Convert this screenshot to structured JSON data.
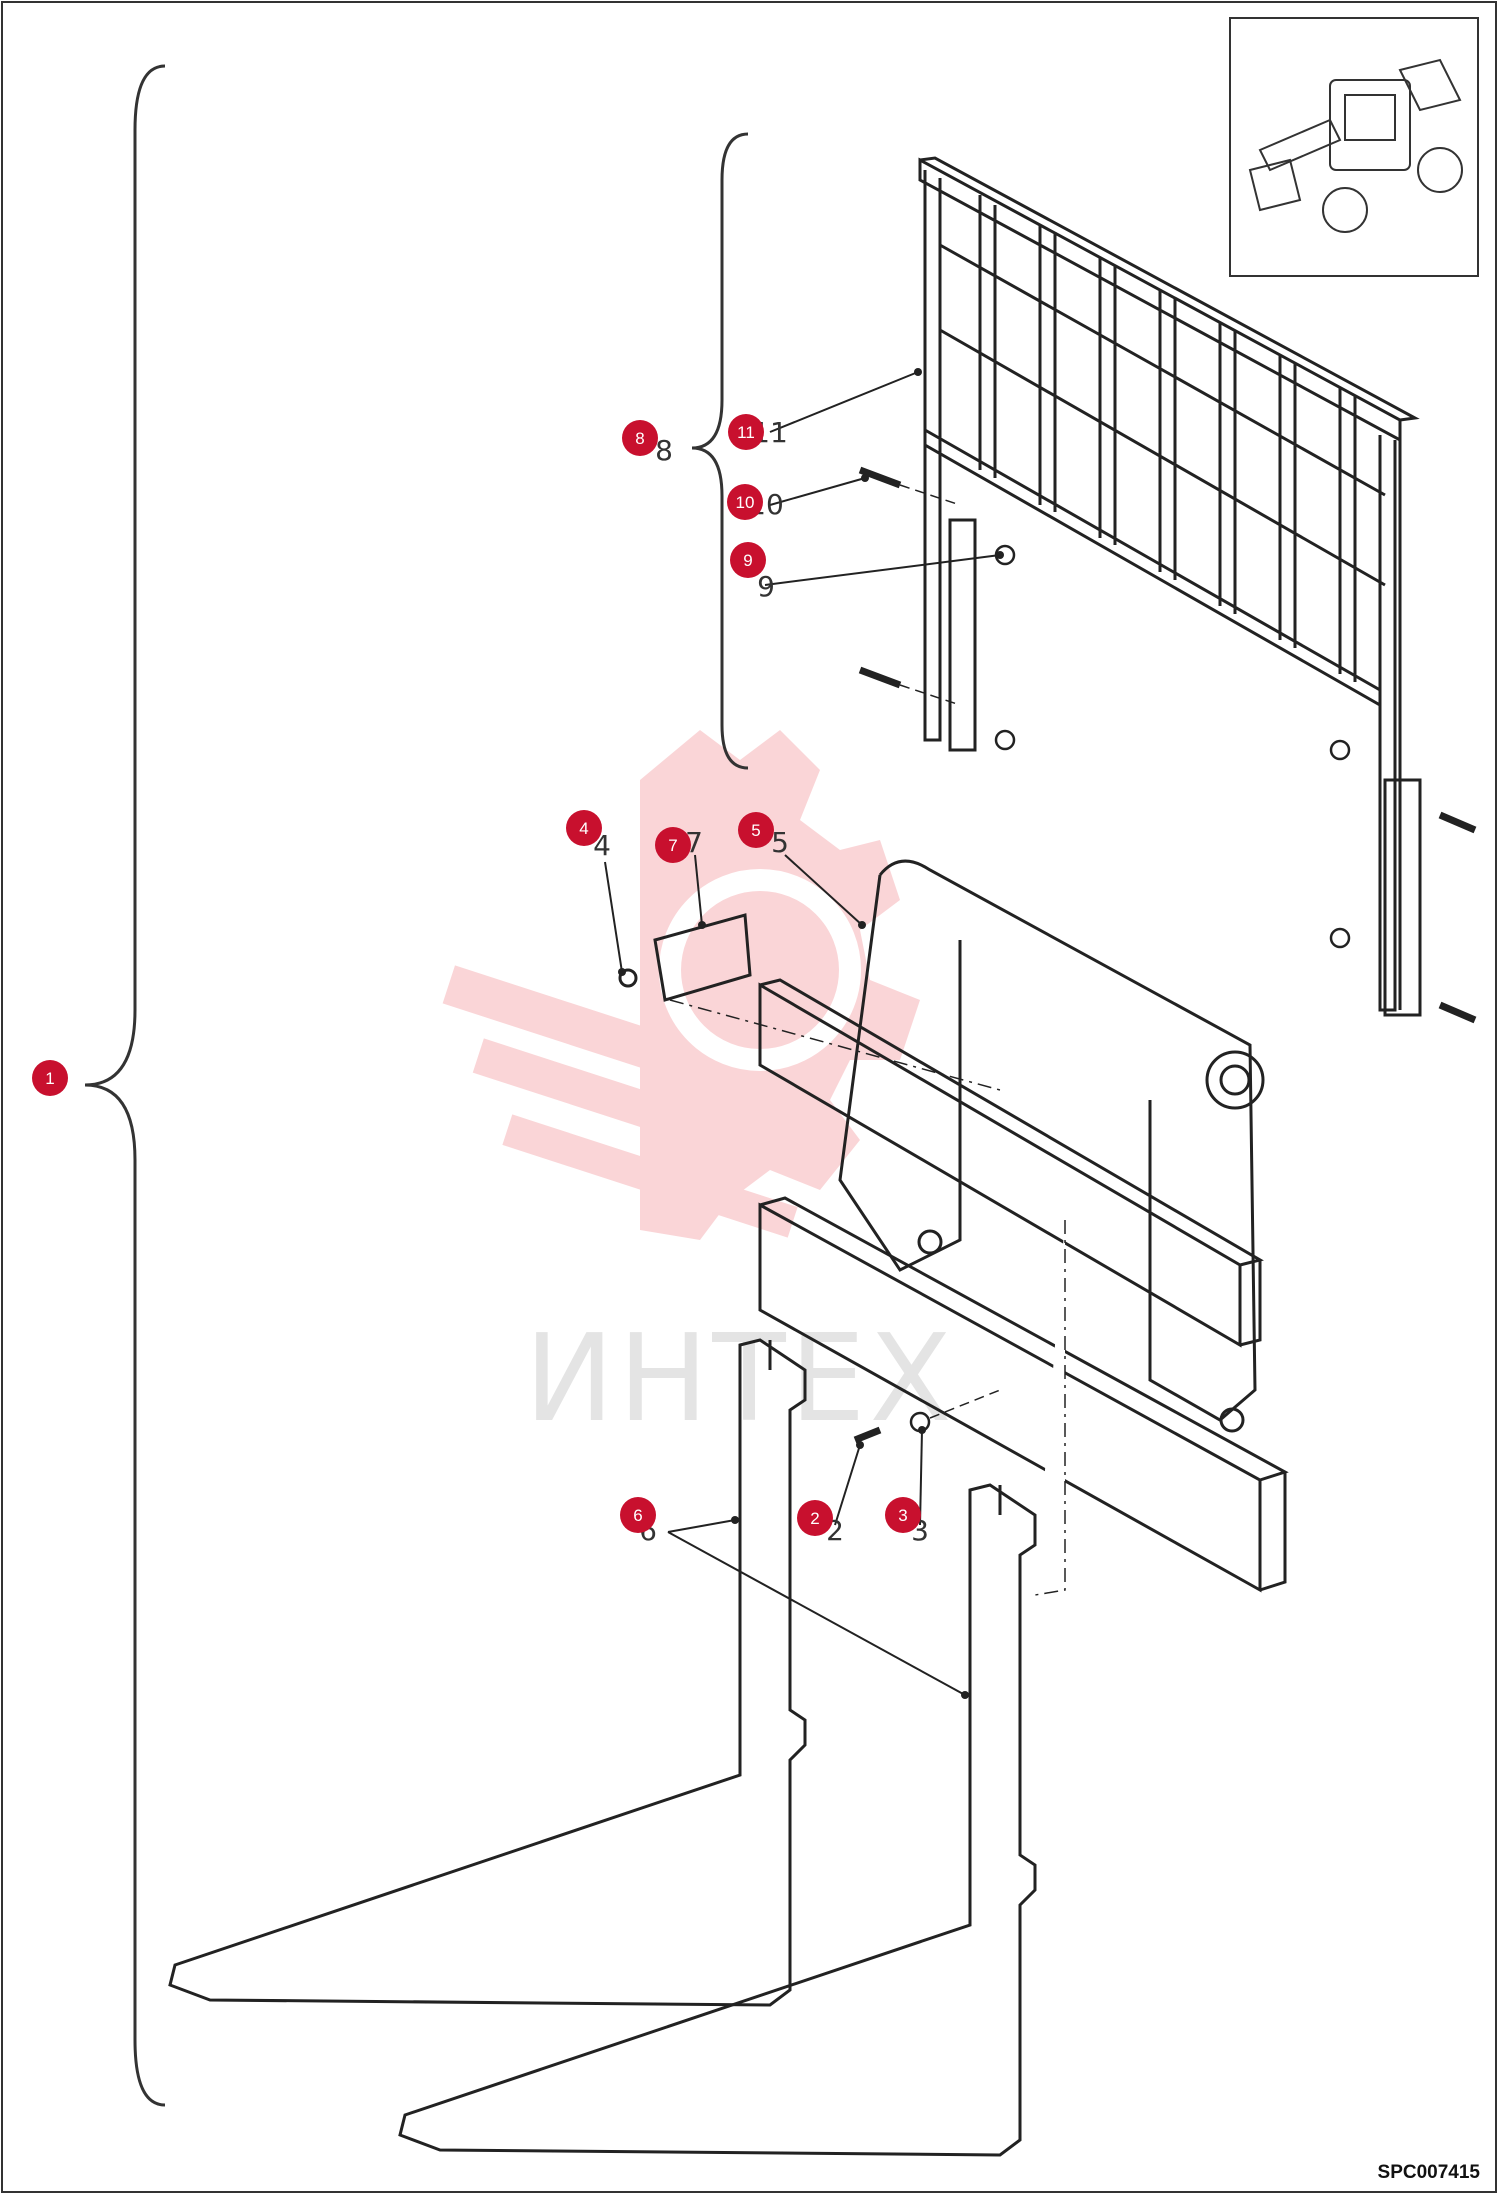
{
  "callouts": [
    {
      "id": "1",
      "label": "1"
    },
    {
      "id": "2",
      "label": "2"
    },
    {
      "id": "3",
      "label": "3"
    },
    {
      "id": "4",
      "label": "4"
    },
    {
      "id": "5",
      "label": "5"
    },
    {
      "id": "6",
      "label": "6"
    },
    {
      "id": "7",
      "label": "7"
    },
    {
      "id": "8",
      "label": "8"
    },
    {
      "id": "9",
      "label": "9"
    },
    {
      "id": "10",
      "label": "10"
    },
    {
      "id": "11",
      "label": "11"
    }
  ],
  "ghost_numbers": [
    "2",
    "3",
    "4",
    "5",
    "6",
    "7",
    "8",
    "9",
    "10",
    "11"
  ],
  "watermark": {
    "text": "ИНТЕХ",
    "color": "#e8434a"
  },
  "reference_code": "SPC007415",
  "colors": {
    "callout": "#c8102e",
    "line": "#222222",
    "frame": "#333333"
  },
  "icons": {
    "inset": "telehandler-icon",
    "watermark_logo": "gear-logo-icon"
  }
}
